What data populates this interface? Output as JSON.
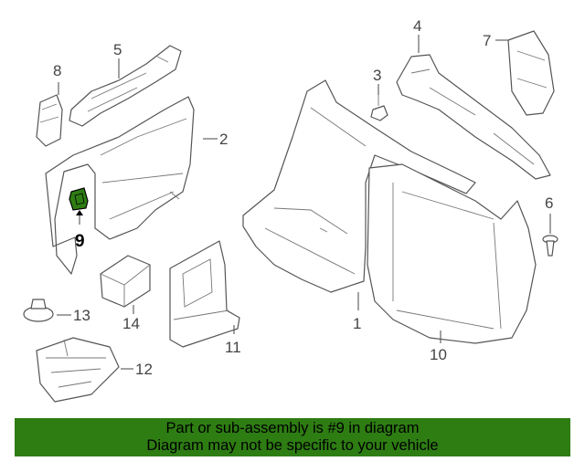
{
  "callouts": {
    "c1": "1",
    "c2": "2",
    "c3": "3",
    "c4": "4",
    "c5": "5",
    "c6": "6",
    "c7": "7",
    "c8": "8",
    "c9": "9",
    "c10": "10",
    "c11": "11",
    "c12": "12",
    "c13": "13",
    "c14": "14"
  },
  "highlight": {
    "part": "9",
    "color": "#2e7d13"
  },
  "banner": {
    "line1": "Part or sub-assembly is #9 in diagram",
    "line2": "Diagram may not be specific to your vehicle",
    "color": "#2e7d13"
  }
}
